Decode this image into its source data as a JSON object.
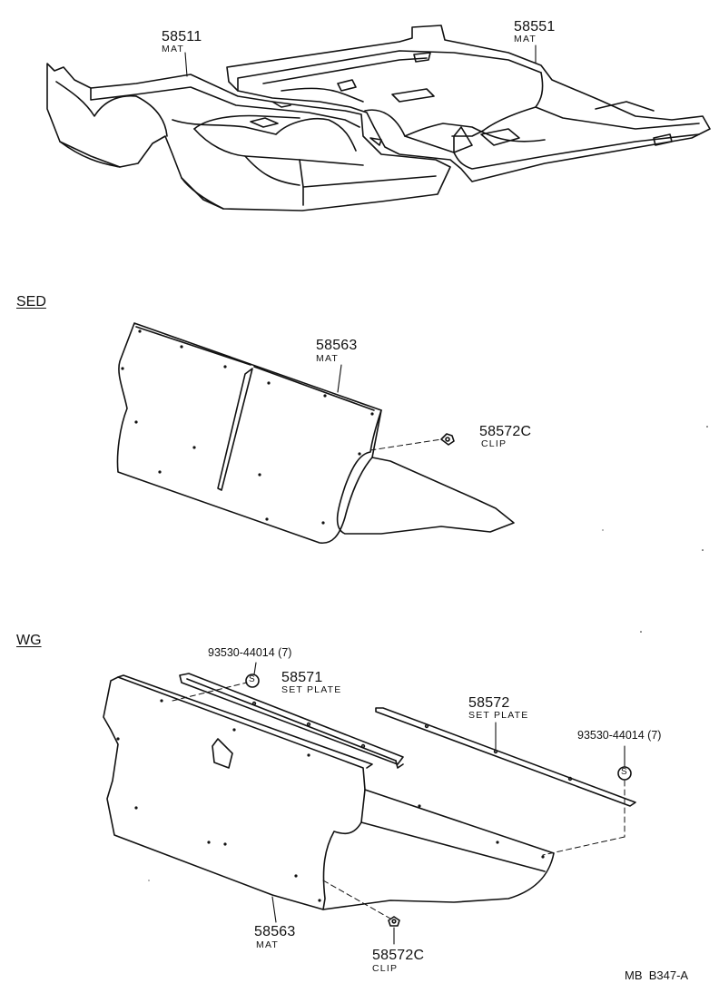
{
  "sections": {
    "sedan": "SED",
    "wagon": "WG"
  },
  "parts": {
    "p58511": {
      "number": "58511",
      "name": "MAT"
    },
    "p58551": {
      "number": "58551",
      "name": "MAT"
    },
    "sed_58563": {
      "number": "58563",
      "name": "MAT"
    },
    "sed_58572c": {
      "number": "58572C",
      "name": "CLIP"
    },
    "wg_screw_top": {
      "number": "93530-44014 (7)"
    },
    "wg_58571": {
      "number": "58571",
      "name": "SET PLATE"
    },
    "wg_58572": {
      "number": "58572",
      "name": "SET PLATE"
    },
    "wg_screw_right": {
      "number": "93530-44014 (7)"
    },
    "wg_58563": {
      "number": "58563",
      "name": "MAT"
    },
    "wg_58572c": {
      "number": "58572C",
      "name": "CLIP"
    }
  },
  "screw_symbol": "S",
  "drawing_code": "MB  B347-A"
}
